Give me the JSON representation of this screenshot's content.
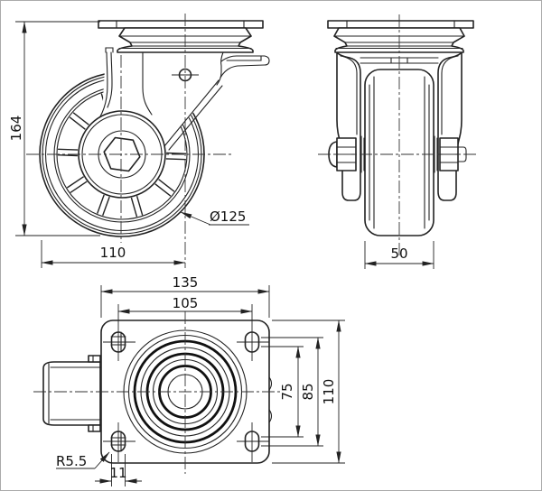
{
  "drawing": {
    "type": "technical-orthographic-drawing",
    "subject": "swivel caster wheel",
    "colors": {
      "line": "#222222",
      "background": "#ffffff",
      "border": "#aaaaaa"
    },
    "dimensions": {
      "front_view": {
        "overall_height": "164",
        "swivel_offset": "110",
        "wheel_diameter": "Ø125"
      },
      "side_view": {
        "wheel_width": "50"
      },
      "top_view": {
        "plate_length": "135",
        "bolt_hole_spacing": "105",
        "slot_span_inner": "75",
        "slot_span_outer": "85",
        "plate_width": "110",
        "slot_end_radius": "R5.5",
        "slot_width": "11"
      }
    }
  }
}
